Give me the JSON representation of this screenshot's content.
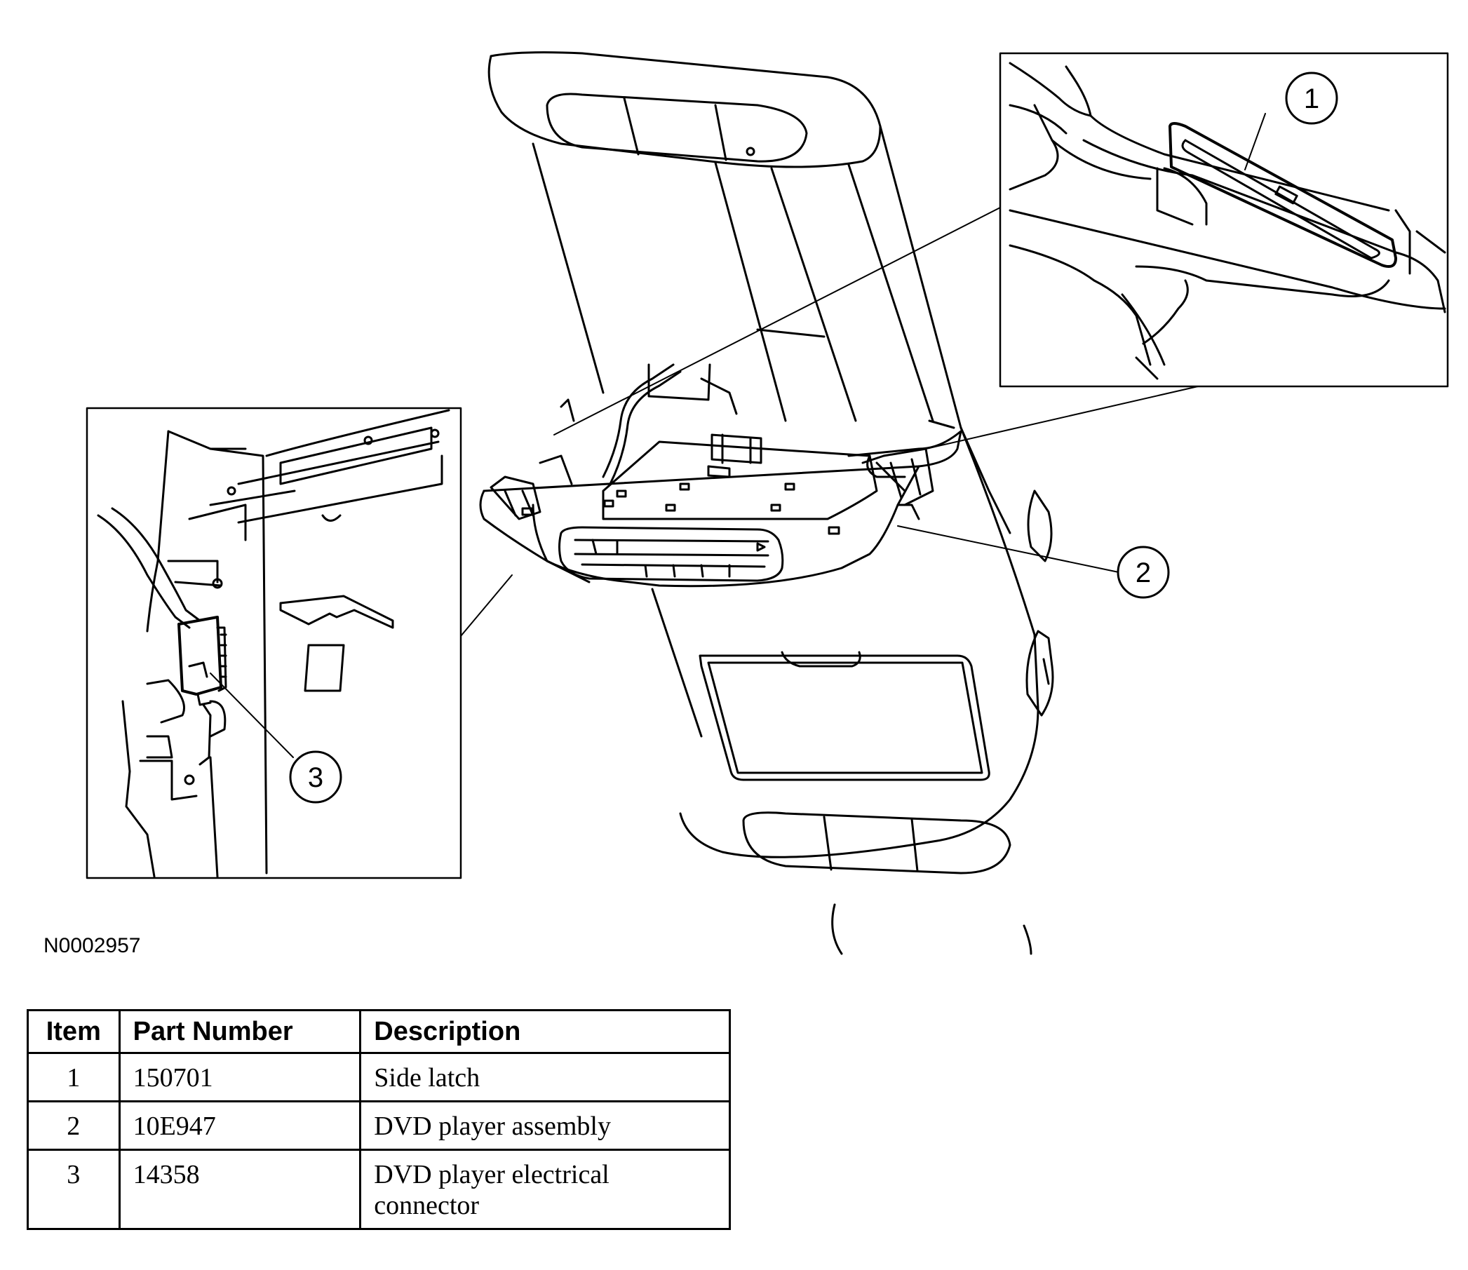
{
  "figure": {
    "id": "N0002957",
    "callouts": [
      "1",
      "2",
      "3"
    ]
  },
  "table": {
    "headers": [
      "Item",
      "Part Number",
      "Description"
    ],
    "rows": [
      {
        "item": "1",
        "part_number": "150701",
        "description": "Side latch"
      },
      {
        "item": "2",
        "part_number": "10E947",
        "description": "DVD player assembly"
      },
      {
        "item": "3",
        "part_number": "14358",
        "description": "DVD player electrical connector"
      }
    ]
  }
}
